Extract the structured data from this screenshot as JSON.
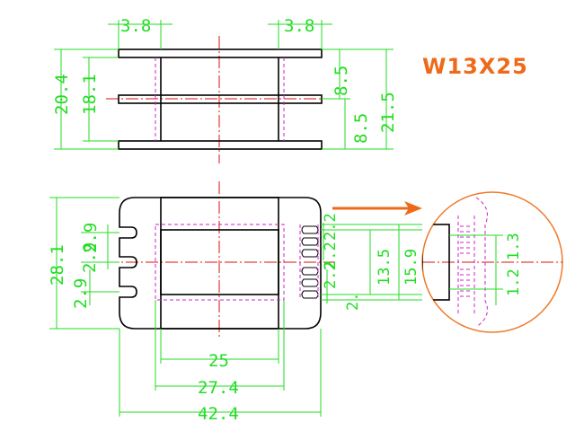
{
  "part_title": "W13X25",
  "colors": {
    "outline": "#000000",
    "dimension": "#22dd22",
    "center_line": "#dd1111",
    "hidden_line": "#cc22cc",
    "accent": "#ee6a1a"
  },
  "top_view": {
    "flange_left_width": "3.8",
    "flange_right_width": "3.8",
    "overall_height": "20.4",
    "inner_height": "18.1",
    "upper_gap": "8.5",
    "lower_gap": "8.5",
    "overall_depth": "21.5"
  },
  "front_view": {
    "overall_height": "28.1",
    "slot_pitch_top": "2.9",
    "slot_pitch_mid": "2.9",
    "slot_pitch_bottom": "2.9",
    "pin_pitch_top": "2.2",
    "pin_pitch_mid": "2.2",
    "pin_pitch_low": "2.2",
    "pin_pitch_bottom": "2.",
    "inner_window": "13.5",
    "outer_window": "15.9",
    "winding_width": "25",
    "flange_span": "27.4",
    "overall_width": "42.4"
  },
  "detail_view": {
    "pin_width": "1.2",
    "pin_spacing": "1.3"
  }
}
